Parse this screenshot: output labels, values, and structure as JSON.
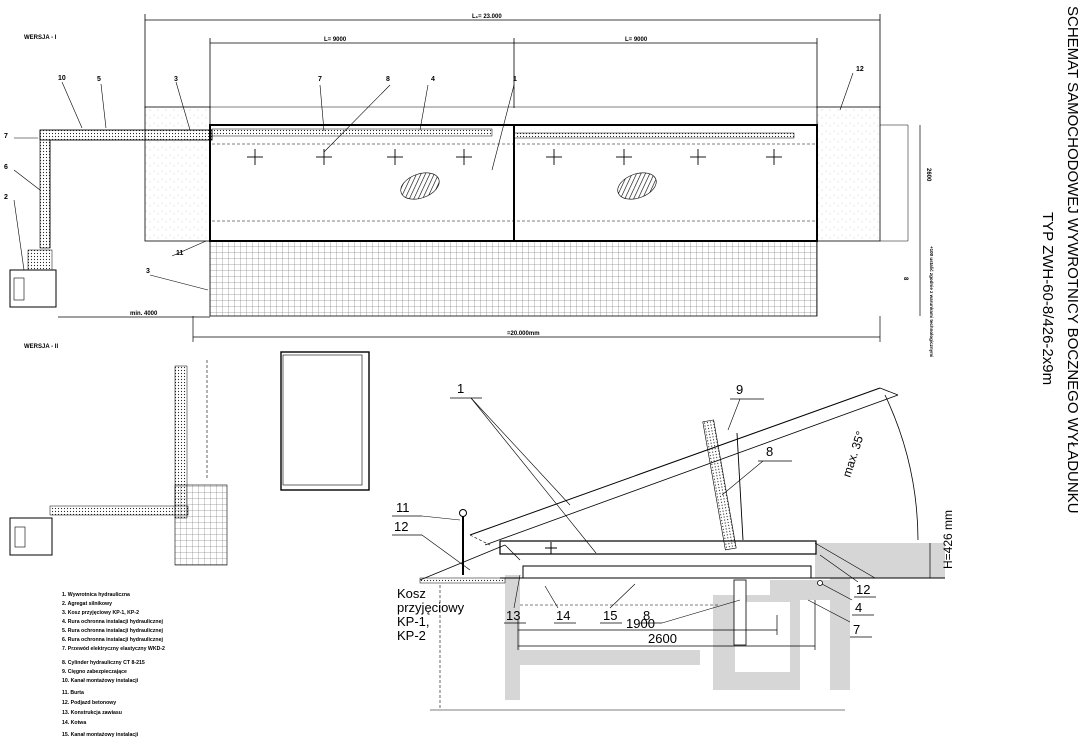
{
  "drawing": {
    "title_line1": "SCHEMAT SAMOCHODOWEJ WYWROTNICY BOCZNEGO WYŁADUNKU",
    "title_line2": "TYP ZWH-60-8/426-2x9m",
    "variant1_label": "WERSJA - I",
    "variant2_label": "WERSJA - II",
    "dim_total_length": "L₁= 23.000",
    "dim_platform1": "L= 9000",
    "dim_platform2": "L= 9000",
    "dim_min": "min. 4000",
    "dim_pit_length": "=20.000mm",
    "dim_width": "2600",
    "dim_depth": "8",
    "dim_level_note": "+100 ustalić zgodnie z warunkami technologicznymi",
    "dim_angle": "max. 35°",
    "dim_height": "H=426 mm",
    "dim_1900": "1900",
    "dim_2600": "2600",
    "kosz_label": [
      "Kosz",
      "przyjęciowy",
      "KP-1,",
      "KP-2"
    ],
    "callouts_top": [
      "10",
      "5",
      "7",
      "6",
      "2",
      "3",
      "11",
      "3",
      "7",
      "8",
      "4",
      "1",
      "12"
    ],
    "callouts_section": [
      "1",
      "9",
      "8",
      "11",
      "12",
      "13",
      "14",
      "15",
      "8",
      "12",
      "4",
      "7"
    ]
  },
  "legend": [
    "1. Wywrotnica hydrauliczna",
    "2. Agregat silnikowy",
    "3. Kosz przyjęciowy KP-1, KP-2",
    "4. Rura ochronna instalacji hydraulicznej",
    "5. Rura ochronna instalacji hydraulicznej",
    "6. Rura ochronna instalacji hydraulicznej",
    "7. Przewód elektryczny elastyczny WKD-2",
    "8. Cylinder hydrauliczny CT 8-215",
    "9. Cięgno zabezpieczające",
    "10. Kanał montażowy instalacji",
    "11. Burta",
    "12. Podjazd betonowy",
    "13. Konstrukcja zawiasu",
    "14. Kotwa",
    "15. Kanał montażowy instalacji"
  ]
}
